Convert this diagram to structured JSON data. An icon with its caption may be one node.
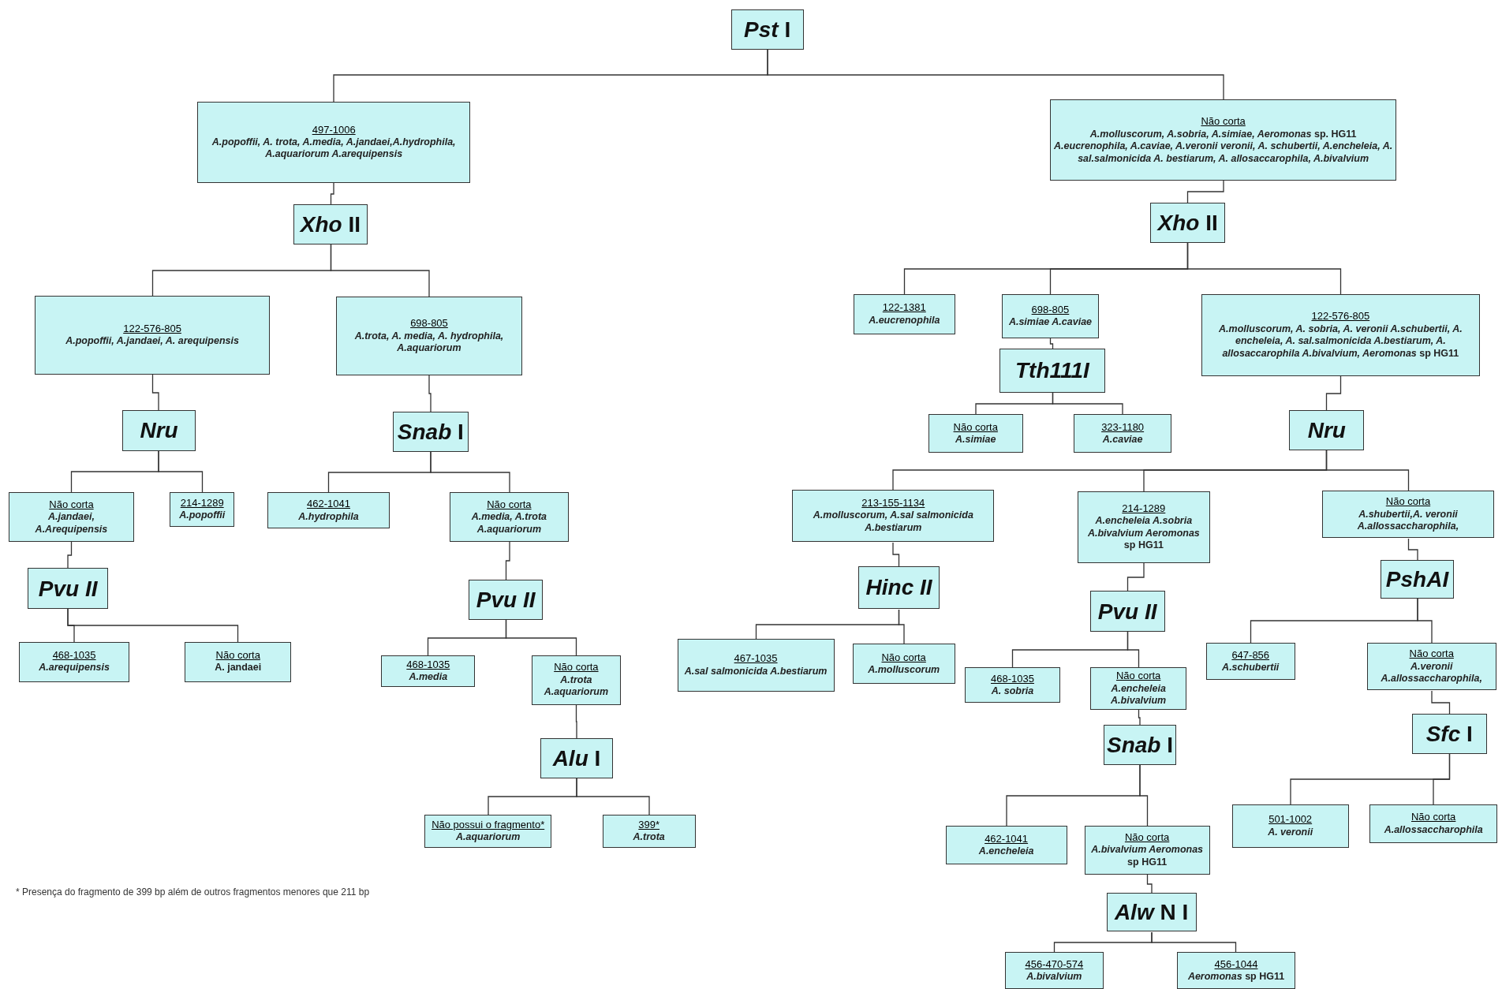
{
  "diagram": {
    "nodes": [
      {
        "text": [
          "*Pst* I"
        ]
      },
      {
        "text": [
          "497-1006",
          "*A.popoffii, A. trota, A.media, A.jandaei,A.hydrophila, A.aquariorum A.arequipensis*"
        ]
      },
      {
        "text": [
          "*Xho* II"
        ]
      },
      {
        "text": [
          "122-576-805",
          "*A.popoffii, A.jandaei, A. arequipensis*"
        ]
      },
      {
        "text": [
          "698-805",
          "*A.trota, A. media, A. hydrophila, A.aquariorum*"
        ]
      },
      {
        "text": [
          "*Nru*"
        ]
      },
      {
        "text": [
          "*Snab* I"
        ]
      },
      {
        "text": [
          "Não corta",
          "*A.jandaei, A.Arequipensis*"
        ]
      },
      {
        "text": [
          "214-1289",
          "*A.popoffii*"
        ]
      },
      {
        "text": [
          "*Pvu II*"
        ]
      },
      {
        "text": [
          "468-1035",
          "*A.arequipensis*"
        ]
      },
      {
        "text": [
          "Não corta",
          "A. jandaei"
        ]
      },
      {
        "text": [
          "462-1041",
          "*A.hydrophila*"
        ]
      },
      {
        "text": [
          "Não corta",
          "*A.media, A.trota A.aquariorum*"
        ]
      },
      {
        "text": [
          "*Pvu II*"
        ]
      },
      {
        "text": [
          "468-1035",
          "*A.media*"
        ]
      },
      {
        "text": [
          "Não corta",
          "*A.trota A.aquariorum*"
        ]
      },
      {
        "text": [
          "*Alu* I"
        ]
      },
      {
        "text": [
          "Não possui o fragmento*",
          "*A.aquariorum*"
        ]
      },
      {
        "text": [
          "399*",
          "*A.trota*"
        ]
      },
      {
        "text": [
          "Não corta",
          "*A.molluscorum, A.sobria, A.simiae, Aeromonas* sp. HG11 *A.eucrenophila, A.caviae, A.veronii veronii, A. schubertii, A.encheleia, A. sal.salmonicida A. bestiarum, A. allosaccarophila, A.bivalvium*"
        ]
      },
      {
        "text": [
          "*Xho* II"
        ]
      },
      {
        "text": [
          "122-1381",
          "*A.eucrenophila*"
        ]
      },
      {
        "text": [
          "698-805",
          "*A.simiae A.caviae*"
        ]
      },
      {
        "text": [
          "*Tth111I*"
        ]
      },
      {
        "text": [
          "Não corta",
          "*A.simiae*"
        ]
      },
      {
        "text": [
          "323-1180",
          "*A.caviae*"
        ]
      },
      {
        "text": [
          "122-576-805",
          "*A.molluscorum, A. sobria, A. veronii A.schubertii, A. encheleia, A. sal.salmonicida A.bestiarum, A. allosaccarophila A.bivalvium, Aeromonas* sp HG11"
        ]
      },
      {
        "text": [
          "*Nru*"
        ]
      },
      {
        "text": [
          "213-155-1134",
          "*A.molluscorum, A.sal salmonicida A.bestiarum*"
        ]
      },
      {
        "text": [
          "214-1289",
          "*A.encheleia A.sobria A.bivalvium Aeromonas* sp HG11"
        ]
      },
      {
        "text": [
          "Não corta",
          "*A.shubertii,A. veronii A.allossaccharophila,*"
        ]
      },
      {
        "text": [
          "*Hinc II*"
        ]
      },
      {
        "text": [
          "467-1035",
          "*A.sal salmonicida A.bestiarum*"
        ]
      },
      {
        "text": [
          "Não corta",
          "*A.molluscorum*"
        ]
      },
      {
        "text": [
          "*Pvu II*"
        ]
      },
      {
        "text": [
          "468-1035",
          "*A. sobria*"
        ]
      },
      {
        "text": [
          "Não corta",
          "*A.encheleia A.bivalvium*"
        ]
      },
      {
        "text": [
          "*PshAI*"
        ]
      },
      {
        "text": [
          "647-856",
          "*A.schubertii*"
        ]
      },
      {
        "text": [
          "Não corta",
          "*A.veronii A.allossaccharophila,*"
        ]
      },
      {
        "text": [
          "*Snab* I"
        ]
      },
      {
        "text": [
          "462-1041",
          "*A.encheleia*"
        ]
      },
      {
        "text": [
          "Não corta",
          "*A.bivalvium Aeromonas* sp HG11"
        ]
      },
      {
        "text": [
          "*Sfc* I"
        ]
      },
      {
        "text": [
          "501-1002",
          "*A. veronii*"
        ]
      },
      {
        "text": [
          "Não corta",
          "*A.allossaccharophila*"
        ]
      },
      {
        "text": [
          "*Alw* N I"
        ]
      },
      {
        "text": [
          "456-470-574",
          "*A.bivalvium*"
        ]
      },
      {
        "text": [
          "456-1044",
          "*Aeromonas* sp HG11"
        ]
      }
    ],
    "edges": [
      {
        "from": 0,
        "to": 1,
        "arrow": "none"
      },
      {
        "from": 0,
        "to": 20,
        "arrow": "none"
      },
      {
        "from": 1,
        "to": 2,
        "arrow": "none"
      },
      {
        "from": 2,
        "to": 3,
        "arrow": "none"
      },
      {
        "from": 2,
        "to": 4,
        "arrow": "none"
      },
      {
        "from": 3,
        "to": 5,
        "arrow": "none"
      },
      {
        "from": 4,
        "to": 6,
        "arrow": "none"
      },
      {
        "from": 5,
        "to": 7,
        "arrow": "none"
      },
      {
        "from": 5,
        "to": 8,
        "arrow": "none"
      },
      {
        "from": 7,
        "to": 9,
        "arrow": "none"
      },
      {
        "from": 9,
        "to": 10,
        "arrow": "none"
      },
      {
        "from": 9,
        "to": 11,
        "arrow": "none"
      },
      {
        "from": 6,
        "to": 12,
        "arrow": "none"
      },
      {
        "from": 6,
        "to": 13,
        "arrow": "none"
      },
      {
        "from": 13,
        "to": 14,
        "arrow": "none"
      },
      {
        "from": 14,
        "to": 15,
        "arrow": "none"
      },
      {
        "from": 14,
        "to": 16,
        "arrow": "none"
      },
      {
        "from": 16,
        "to": 17,
        "arrow": "none"
      },
      {
        "from": 17,
        "to": 18,
        "arrow": "none"
      },
      {
        "from": 17,
        "to": 19,
        "arrow": "none"
      },
      {
        "from": 20,
        "to": 21,
        "arrow": "none"
      },
      {
        "from": 21,
        "to": 22,
        "arrow": "none"
      },
      {
        "from": 21,
        "to": 23,
        "arrow": "none"
      },
      {
        "from": 21,
        "to": 27,
        "arrow": "none"
      },
      {
        "from": 23,
        "to": 24,
        "arrow": "none"
      },
      {
        "from": 24,
        "to": 25,
        "arrow": "none"
      },
      {
        "from": 24,
        "to": 26,
        "arrow": "none"
      },
      {
        "from": 27,
        "to": 28,
        "arrow": "none"
      },
      {
        "from": 28,
        "to": 29,
        "arrow": "none"
      },
      {
        "from": 28,
        "to": 30,
        "arrow": "none"
      },
      {
        "from": 28,
        "to": 31,
        "arrow": "none"
      },
      {
        "from": 29,
        "to": 32,
        "arrow": "none"
      },
      {
        "from": 32,
        "to": 33,
        "arrow": "none"
      },
      {
        "from": 32,
        "to": 34,
        "arrow": "none"
      },
      {
        "from": 30,
        "to": 35,
        "arrow": "none"
      },
      {
        "from": 35,
        "to": 36,
        "arrow": "none"
      },
      {
        "from": 35,
        "to": 37,
        "arrow": "none"
      },
      {
        "from": 37,
        "to": 41,
        "arrow": "none"
      },
      {
        "from": 41,
        "to": 42,
        "arrow": "none"
      },
      {
        "from": 41,
        "to": 43,
        "arrow": "none"
      },
      {
        "from": 43,
        "to": 47,
        "arrow": "none"
      },
      {
        "from": 47,
        "to": 48,
        "arrow": "none"
      },
      {
        "from": 47,
        "to": 49,
        "arrow": "none"
      },
      {
        "from": 31,
        "to": 38,
        "arrow": "none"
      },
      {
        "from": 38,
        "to": 39,
        "arrow": "none"
      },
      {
        "from": 38,
        "to": 40,
        "arrow": "none"
      },
      {
        "from": 40,
        "to": 44,
        "arrow": "none"
      },
      {
        "from": 44,
        "to": 45,
        "arrow": "none"
      },
      {
        "from": 44,
        "to": 46,
        "arrow": "none"
      }
    ],
    "labels": [
      "* Presença do fragmento de 399 bp além de outros fragmentos menores que 211 bp"
    ]
  }
}
